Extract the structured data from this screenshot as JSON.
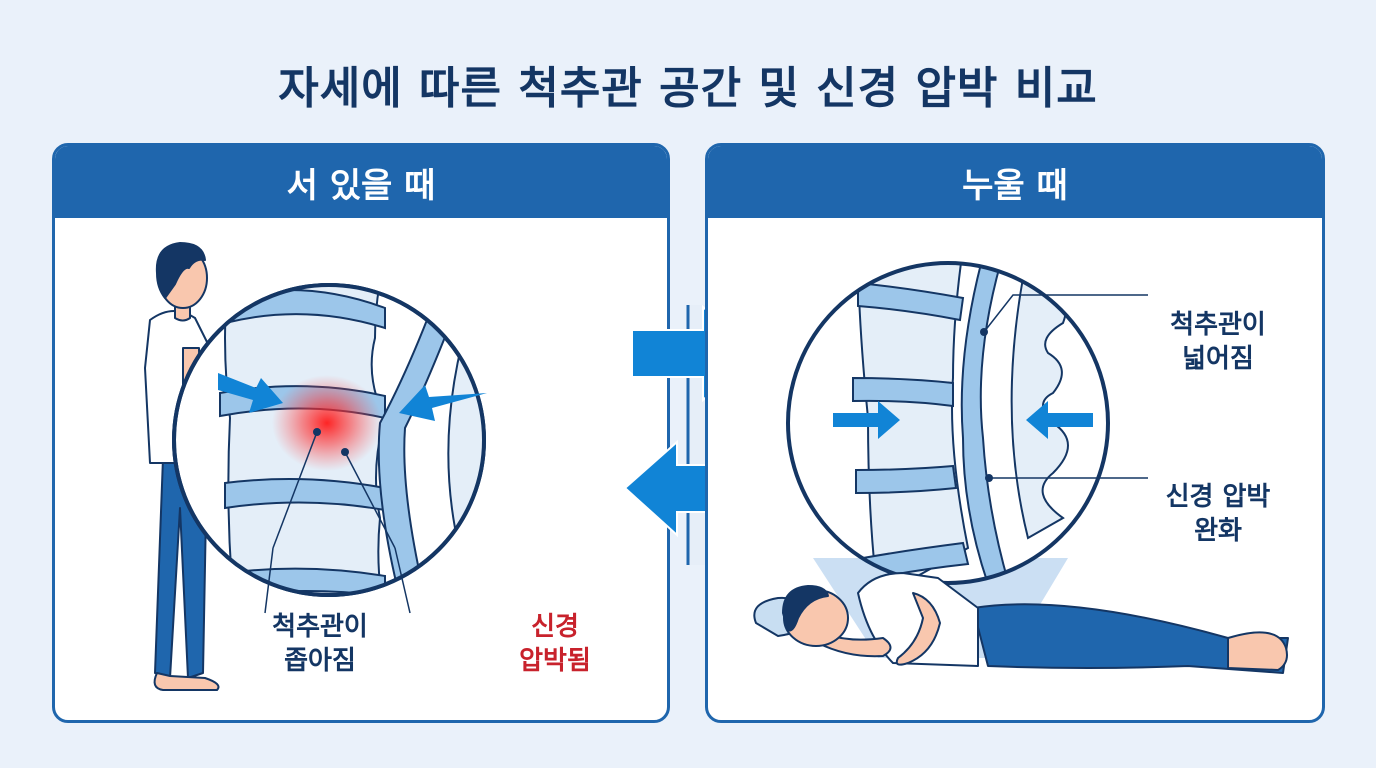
{
  "title": "자세에 따른 척추관 공간 및 신경 압박 비교",
  "colors": {
    "background": "#eaf1fa",
    "panel_header": "#1f66ad",
    "title_text": "#143664",
    "arrow_blue": "#1184d6",
    "compression_red": "#c8222c",
    "spine_light": "#cfe2f4",
    "spine_mid": "#8fbfe8",
    "outline": "#143664",
    "skin": "#f9c7ae",
    "pants": "#1f66ad"
  },
  "panels": {
    "standing": {
      "header": "서 있을 때",
      "labels": {
        "canal": [
          "척추관이",
          "좁아짐"
        ],
        "nerve": [
          "신경",
          "압박됨"
        ]
      },
      "icons": [
        "standing-person-icon",
        "spine-closeup-compressed-icon",
        "compression-arrow-left-icon",
        "compression-arrow-right-icon",
        "red-pain-glow-icon"
      ]
    },
    "lying": {
      "header": "누울 때",
      "labels": {
        "canal": [
          "척추관이",
          "넓어짐"
        ],
        "nerve": [
          "신경 압박",
          "완화"
        ]
      },
      "icons": [
        "lying-person-icon",
        "pillow-icon",
        "spine-closeup-relaxed-icon",
        "arrow-in-left-icon",
        "arrow-in-right-icon"
      ]
    }
  },
  "transition_arrows": [
    "arrow-right-icon",
    "arrow-left-icon"
  ]
}
